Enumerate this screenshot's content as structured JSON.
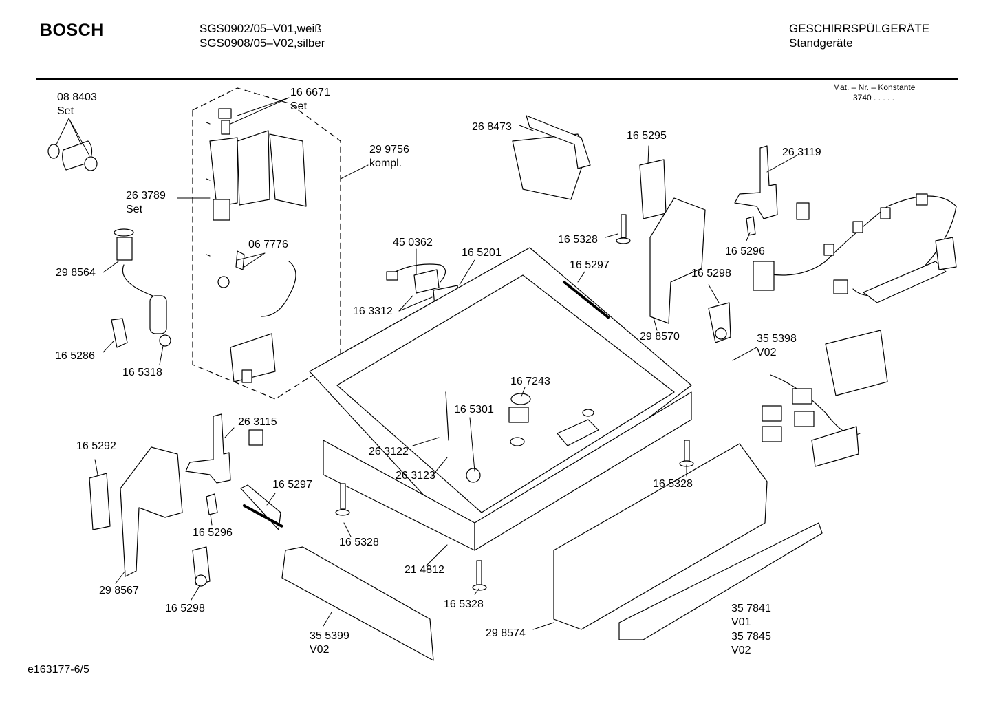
{
  "header": {
    "brand": "BOSCH",
    "model_line_1": "SGS0902/05–V01,weiß",
    "model_line_2": "SGS0908/05–V02,silber",
    "category": "GESCHIRRSPÜLGERÄTE",
    "subcategory": "Standgeräte",
    "mat_label": "Mat. – Nr. – Konstante",
    "mat_value": "3740  .  .  .  .  ."
  },
  "footer": {
    "drawing_id": "e163177-6/5"
  },
  "parts": [
    {
      "id": "p-088403",
      "number": "08 8403",
      "note": "Set"
    },
    {
      "id": "p-166671",
      "number": "16 6671",
      "note": "Set"
    },
    {
      "id": "p-299756",
      "number": "29 9756",
      "note": "kompl."
    },
    {
      "id": "p-263789",
      "number": "26 3789",
      "note": "Set"
    },
    {
      "id": "p-298564",
      "number": "29 8564"
    },
    {
      "id": "p-067776",
      "number": "06 7776"
    },
    {
      "id": "p-165286",
      "number": "16 5286"
    },
    {
      "id": "p-165318",
      "number": "16 5318"
    },
    {
      "id": "p-268473",
      "number": "26 8473"
    },
    {
      "id": "p-165295",
      "number": "16 5295"
    },
    {
      "id": "p-263119",
      "number": "26 3119"
    },
    {
      "id": "p-450362",
      "number": "45 0362"
    },
    {
      "id": "p-165201",
      "number": "16 5201"
    },
    {
      "id": "p-165328a",
      "number": "16 5328"
    },
    {
      "id": "p-165297a",
      "number": "16 5297"
    },
    {
      "id": "p-165296a",
      "number": "16 5296"
    },
    {
      "id": "p-163312",
      "number": "16 3312"
    },
    {
      "id": "p-165298a",
      "number": "16 5298"
    },
    {
      "id": "p-298570",
      "number": "29 8570"
    },
    {
      "id": "p-355398",
      "number": "35 5398",
      "note": "V02"
    },
    {
      "id": "p-167243",
      "number": "16 7243"
    },
    {
      "id": "p-165301",
      "number": "16 5301"
    },
    {
      "id": "p-263115",
      "number": "26 3115"
    },
    {
      "id": "p-165292",
      "number": "16 5292"
    },
    {
      "id": "p-263122",
      "number": "26 3122"
    },
    {
      "id": "p-263123",
      "number": "26 3123"
    },
    {
      "id": "p-165328b",
      "number": "16 5328"
    },
    {
      "id": "p-165297b",
      "number": "16 5297"
    },
    {
      "id": "p-165296b",
      "number": "16 5296"
    },
    {
      "id": "p-165328c",
      "number": "16 5328"
    },
    {
      "id": "p-298567",
      "number": "29 8567"
    },
    {
      "id": "p-214812",
      "number": "21 4812"
    },
    {
      "id": "p-165298b",
      "number": "16 5298"
    },
    {
      "id": "p-165328d",
      "number": "16 5328"
    },
    {
      "id": "p-357841",
      "number": "35 7841",
      "note": "V01"
    },
    {
      "id": "p-357845",
      "number": "35 7845",
      "note": "V02"
    },
    {
      "id": "p-298574",
      "number": "29 8574"
    },
    {
      "id": "p-355399",
      "number": "35 5399",
      "note": "V02"
    }
  ]
}
